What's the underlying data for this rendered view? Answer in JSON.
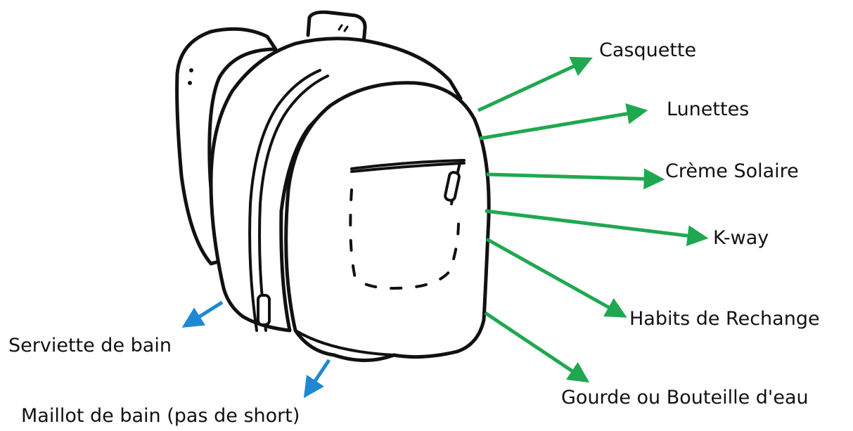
{
  "labels": {
    "casquette": "Casquette",
    "lunettes": "Lunettes",
    "creme_solaire": "Crème Solaire",
    "k_way": "K-way",
    "habits": "Habits de Rechange",
    "gourde": "Gourde ou Bouteille d'eau",
    "serviette": "Serviette de bain",
    "maillot": "Maillot de bain (pas de short)"
  },
  "colors": {
    "right_arrows": "#1fa84f",
    "left_arrows": "#1e88d2",
    "outline": "#111111",
    "text": "#111111"
  },
  "icons": {
    "illustration": "backpack-icon"
  }
}
